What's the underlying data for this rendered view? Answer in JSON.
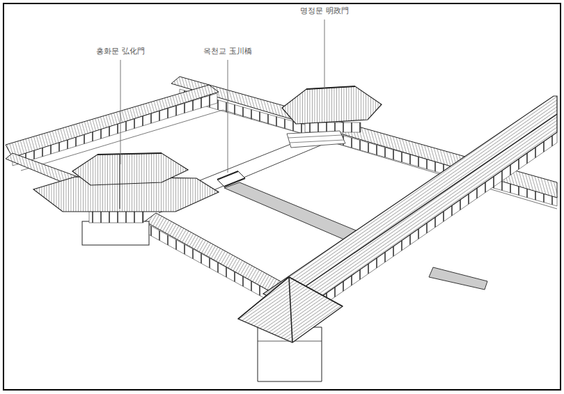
{
  "diagram": {
    "labels": [
      "홍화문 弘化門",
      "옥천교 玉川橋",
      "명정문 明政門"
    ]
  }
}
